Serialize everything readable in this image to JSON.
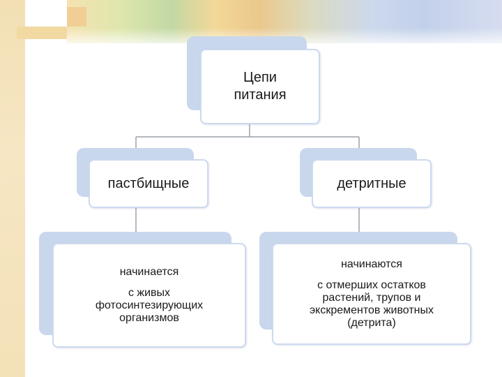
{
  "diagram": {
    "root": {
      "line1": "Цепи",
      "line2": "питания"
    },
    "left": {
      "type": "пастбищные",
      "desc_head": "начинается",
      "desc_lines": [
        "с живых",
        "фотосинтезирующих",
        "организмов"
      ]
    },
    "right": {
      "type": "детритные",
      "desc_head": "начинаются",
      "desc_lines": [
        "с отмерших остатков",
        "растений, трупов и",
        "экскрементов животных",
        "(детрита)"
      ]
    }
  },
  "colors": {
    "node_back": "#c9d7ed",
    "node_border": "#cdd9ee",
    "connector": "#9aa0a8"
  }
}
